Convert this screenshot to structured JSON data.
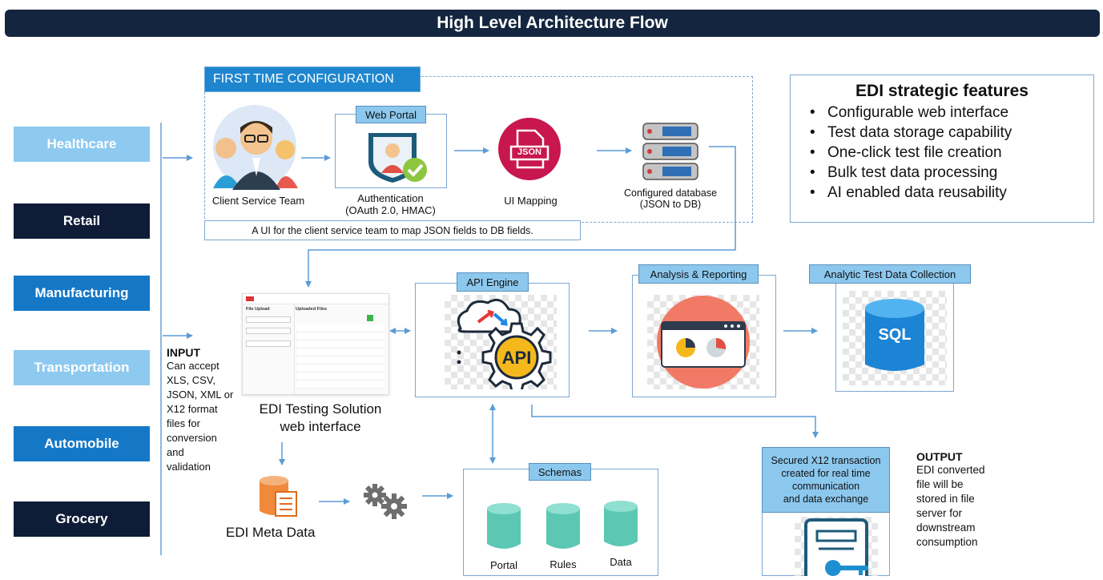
{
  "title": "High Level Architecture Flow",
  "industries": [
    "Healthcare",
    "Retail",
    "Manufacturing",
    "Transportation",
    "Automobile",
    "Grocery"
  ],
  "config": {
    "tab_label": "FIRST TIME CONFIGURATION",
    "client_service_team": "Client Service Team",
    "web_portal_label": "Web Portal",
    "authentication_line1": "Authentication",
    "authentication_line2": "(OAuth 2.0, HMAC)",
    "json_icon_text": "JSON",
    "ui_mapping": "UI Mapping",
    "configured_db_line1": "Configured database",
    "configured_db_line2": "(JSON to DB)",
    "note": "A UI for the client service team  to map JSON fields to DB fields."
  },
  "features": {
    "heading": "EDI strategic features",
    "items": [
      "Configurable web interface",
      "Test data storage capability",
      "One-click test file creation",
      "Bulk test data processing",
      "AI enabled data reusability"
    ]
  },
  "input": {
    "heading": "INPUT",
    "lines": [
      "Can accept",
      "XLS, CSV,",
      "JSON, XML or",
      "X12 format",
      "files for",
      "conversion",
      "and",
      "validation"
    ]
  },
  "web_interface": {
    "line1": "EDI Testing Solution",
    "line2": "web interface",
    "mock_left_title": "File Upload",
    "mock_right_title": "Uploaded Files"
  },
  "api_engine": {
    "label": "API Engine",
    "icon_text": "API"
  },
  "analysis": {
    "label": "Analysis & Reporting"
  },
  "analytic": {
    "label": "Analytic Test Data Collection",
    "icon_text": "SQL"
  },
  "meta": {
    "label": "EDI Meta Data"
  },
  "schemas": {
    "label": "Schemas",
    "items": [
      "Portal",
      "Rules",
      "Data"
    ]
  },
  "secured": {
    "lines": [
      "Secured X12 transaction",
      "created for real time",
      "communication",
      "and data exchange"
    ]
  },
  "output": {
    "heading": "OUTPUT",
    "lines": [
      "EDI converted",
      "file will be",
      "stored in file",
      "server for",
      "downstream",
      "consumption"
    ]
  },
  "colors": {
    "title_bg": "#14253f",
    "accent_light": "#8ec9ef",
    "accent_dark": "#0f1c38",
    "accent_mid": "#1578c7",
    "connector": "#5b9bd5"
  }
}
